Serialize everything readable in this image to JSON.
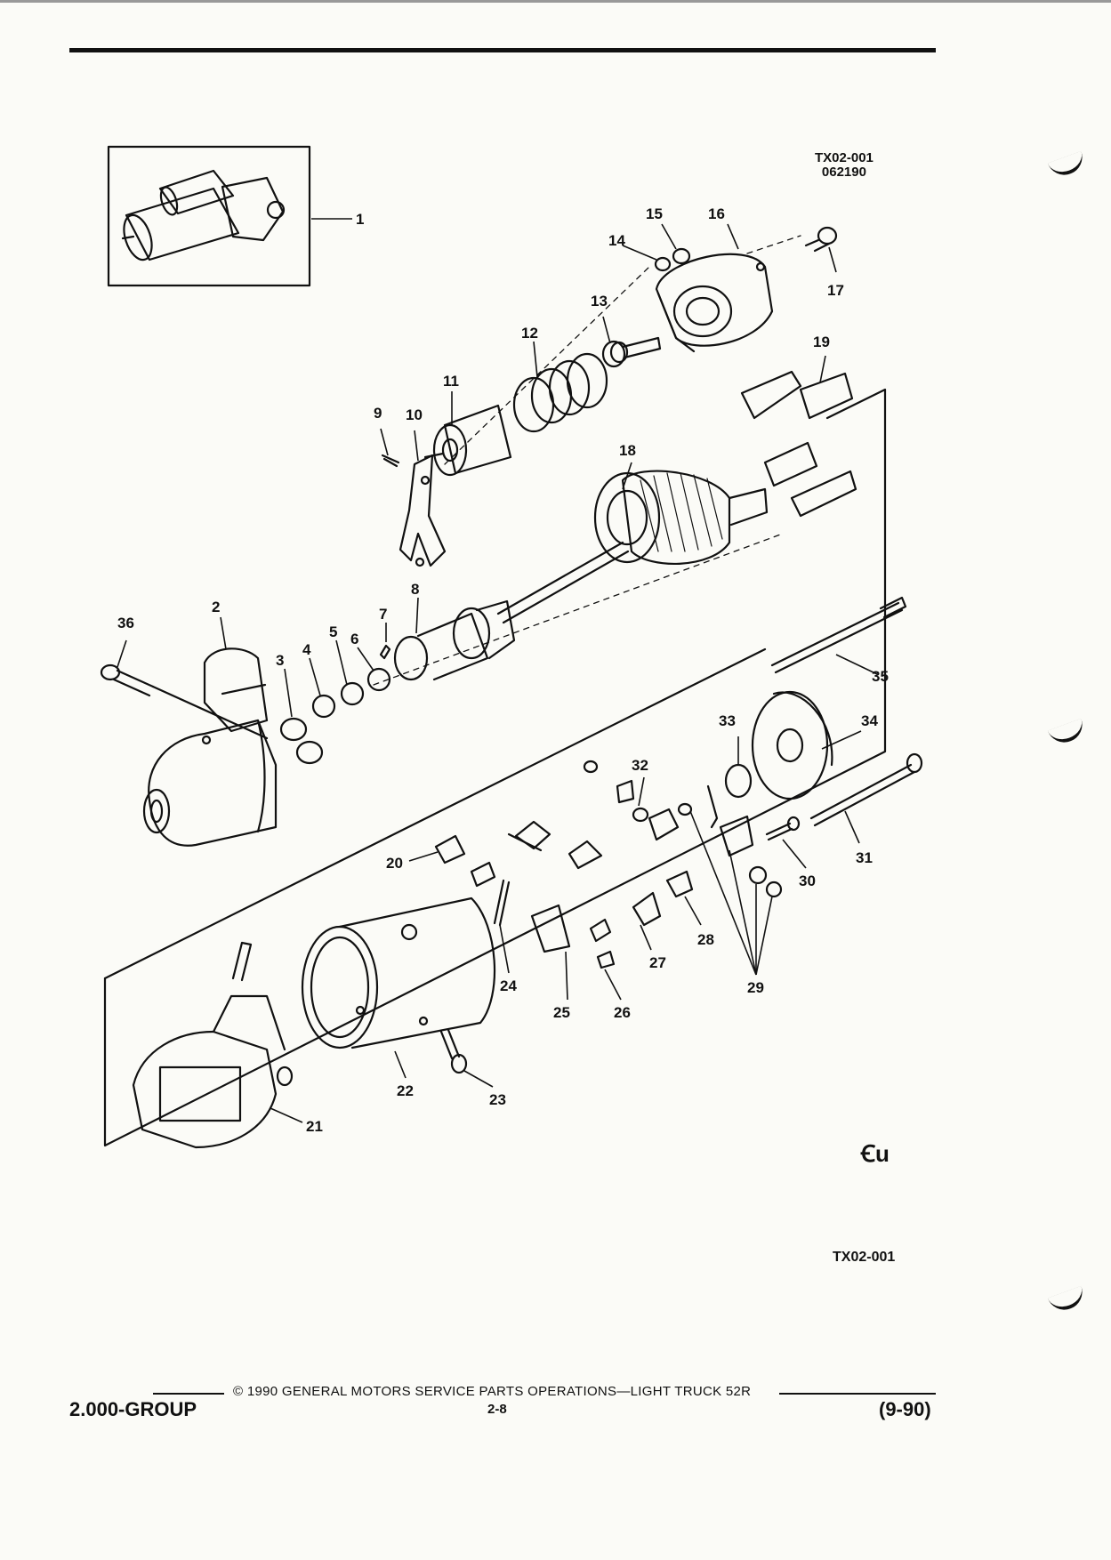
{
  "header": {
    "figure_code": "TX02-001",
    "figure_date": "062190"
  },
  "diagram": {
    "inset_label": "1",
    "callouts": [
      {
        "label": "1"
      },
      {
        "label": "2"
      },
      {
        "label": "3"
      },
      {
        "label": "4"
      },
      {
        "label": "5"
      },
      {
        "label": "6"
      },
      {
        "label": "7"
      },
      {
        "label": "8"
      },
      {
        "label": "9"
      },
      {
        "label": "10"
      },
      {
        "label": "11"
      },
      {
        "label": "12"
      },
      {
        "label": "13"
      },
      {
        "label": "14"
      },
      {
        "label": "15"
      },
      {
        "label": "16"
      },
      {
        "label": "17"
      },
      {
        "label": "18"
      },
      {
        "label": "19"
      },
      {
        "label": "20"
      },
      {
        "label": "21"
      },
      {
        "label": "22"
      },
      {
        "label": "23"
      },
      {
        "label": "24"
      },
      {
        "label": "25"
      },
      {
        "label": "26"
      },
      {
        "label": "27"
      },
      {
        "label": "28"
      },
      {
        "label": "29"
      },
      {
        "label": "30"
      },
      {
        "label": "31"
      },
      {
        "label": "32"
      },
      {
        "label": "33"
      },
      {
        "label": "34"
      },
      {
        "label": "35"
      },
      {
        "label": "36"
      }
    ]
  },
  "figure_ref": "TX02-001",
  "logo_text": "Ꞓu",
  "footer": {
    "copyright": "© 1990 GENERAL MOTORS SERVICE PARTS OPERATIONS—LIGHT TRUCK 52R",
    "page": "2-8",
    "group": "2.000-GROUP",
    "revision": "(9-90)"
  }
}
